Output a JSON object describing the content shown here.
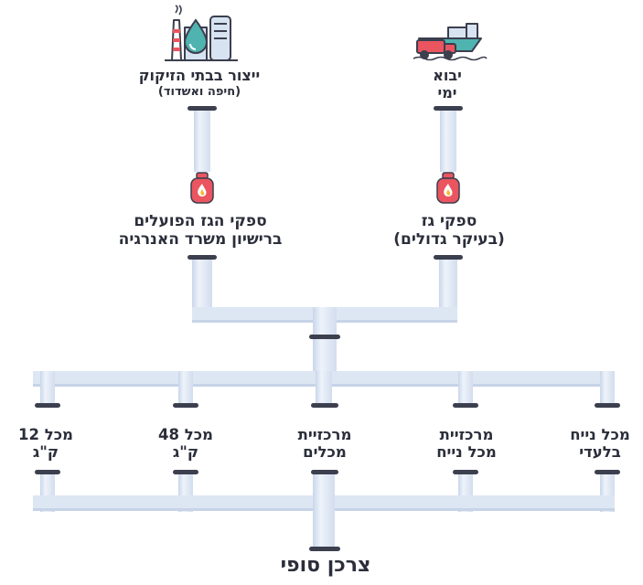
{
  "sources": [
    {
      "id": "refinery",
      "line1": "ייצור בבתי הזיקוק",
      "line2": "(חיפה ואשדוד)",
      "icon": "refinery-icon"
    },
    {
      "id": "import",
      "line1": "יבוא",
      "line2": "ימי",
      "icon": "ship-truck-icon"
    }
  ],
  "suppliers": [
    {
      "id": "licensed",
      "line1": "ספקי הגז הפועלים",
      "line2": "ברישיון משרד האנרגיה",
      "icon": "gas-cylinder-icon"
    },
    {
      "id": "gas",
      "line1": "ספקי גז",
      "line2": "(בעיקר גדולים)",
      "icon": "gas-cylinder-icon"
    }
  ],
  "endpoints": [
    {
      "id": "c12",
      "line1": "מכל 12",
      "line2": "ק\"ג"
    },
    {
      "id": "c48",
      "line1": "מכל 48",
      "line2": "ק\"ג"
    },
    {
      "id": "central_containers",
      "line1": "מרכזיית",
      "line2": "מכלים"
    },
    {
      "id": "central_fixed",
      "line1": "מרכזיית",
      "line2": "מכל נייח"
    },
    {
      "id": "fixed_exclusive",
      "line1": "מכל נייח",
      "line2": "בלעדי"
    }
  ],
  "final_consumer": "צרכן סופי",
  "colors": {
    "pipe": "#dfe7f4",
    "pipe_shade": "#c5d2e8",
    "joint": "#3b3f4e",
    "text": "#2b2e3a",
    "cylinder": "#ea5560",
    "accent": "#4fb3b0"
  }
}
